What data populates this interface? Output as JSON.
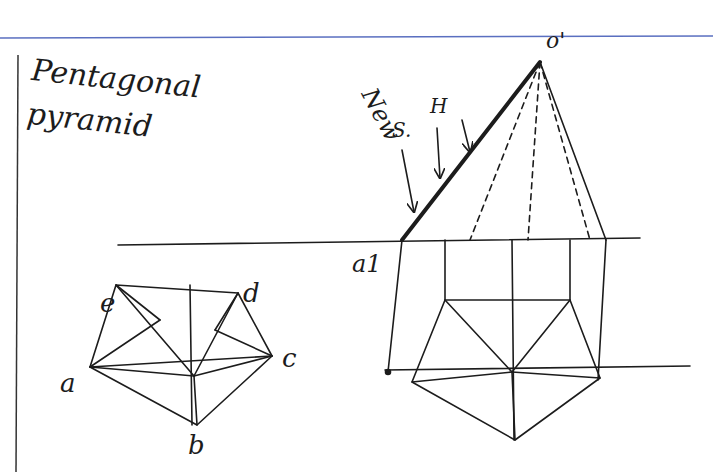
{
  "diagram": {
    "title": "Pentagonal pyramid",
    "labels": [
      "e",
      "d",
      "a",
      "c",
      "b",
      "New",
      "S.",
      "H",
      "a1",
      "o'"
    ]
  }
}
